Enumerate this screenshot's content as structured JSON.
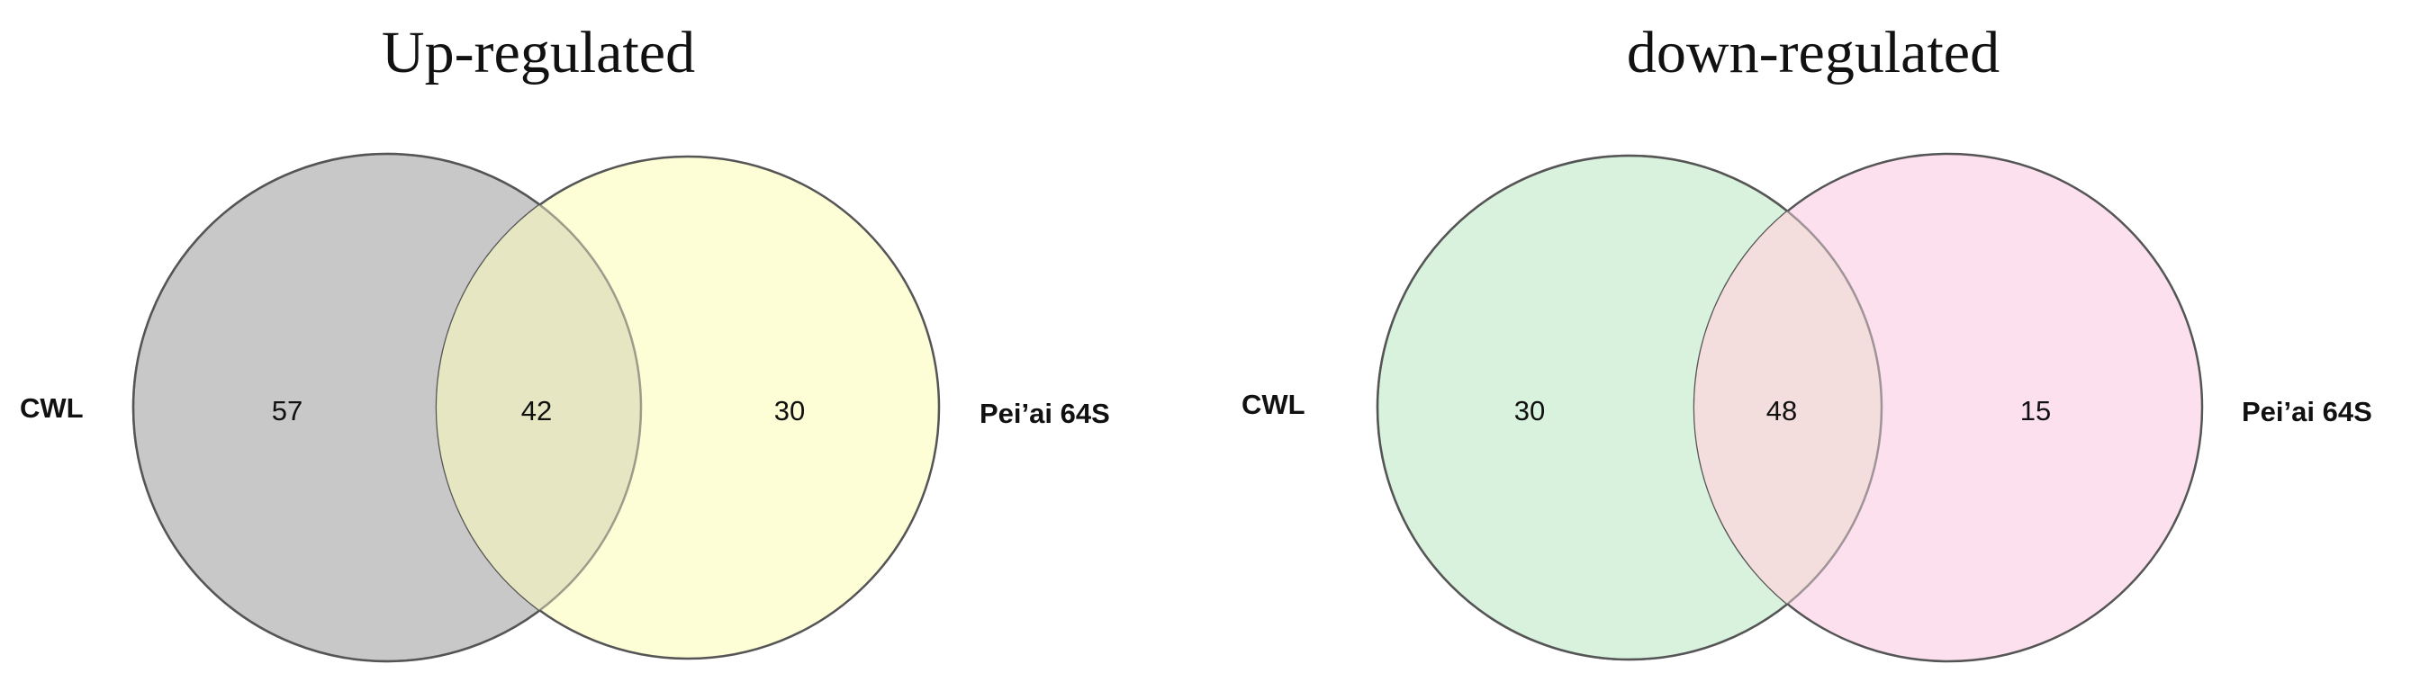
{
  "diagrams": [
    {
      "title": "Up-regulated",
      "left_set": {
        "label": "CWL",
        "color": "#c8c8c8"
      },
      "right_set": {
        "label": "Pei’ai 64S",
        "color": "#fdfdd6"
      },
      "overlap_color": "#e6e6c2",
      "counts": {
        "left_only": "57",
        "overlap": "42",
        "right_only": "30"
      }
    },
    {
      "title": "down-regulated",
      "left_set": {
        "label": "CWL",
        "color": "#d8f2de"
      },
      "right_set": {
        "label": "Pei’ai 64S",
        "color": "#fde0ee"
      },
      "overlap_color": "#f4dddd",
      "counts": {
        "left_only": "30",
        "overlap": "48",
        "right_only": "15"
      }
    }
  ]
}
